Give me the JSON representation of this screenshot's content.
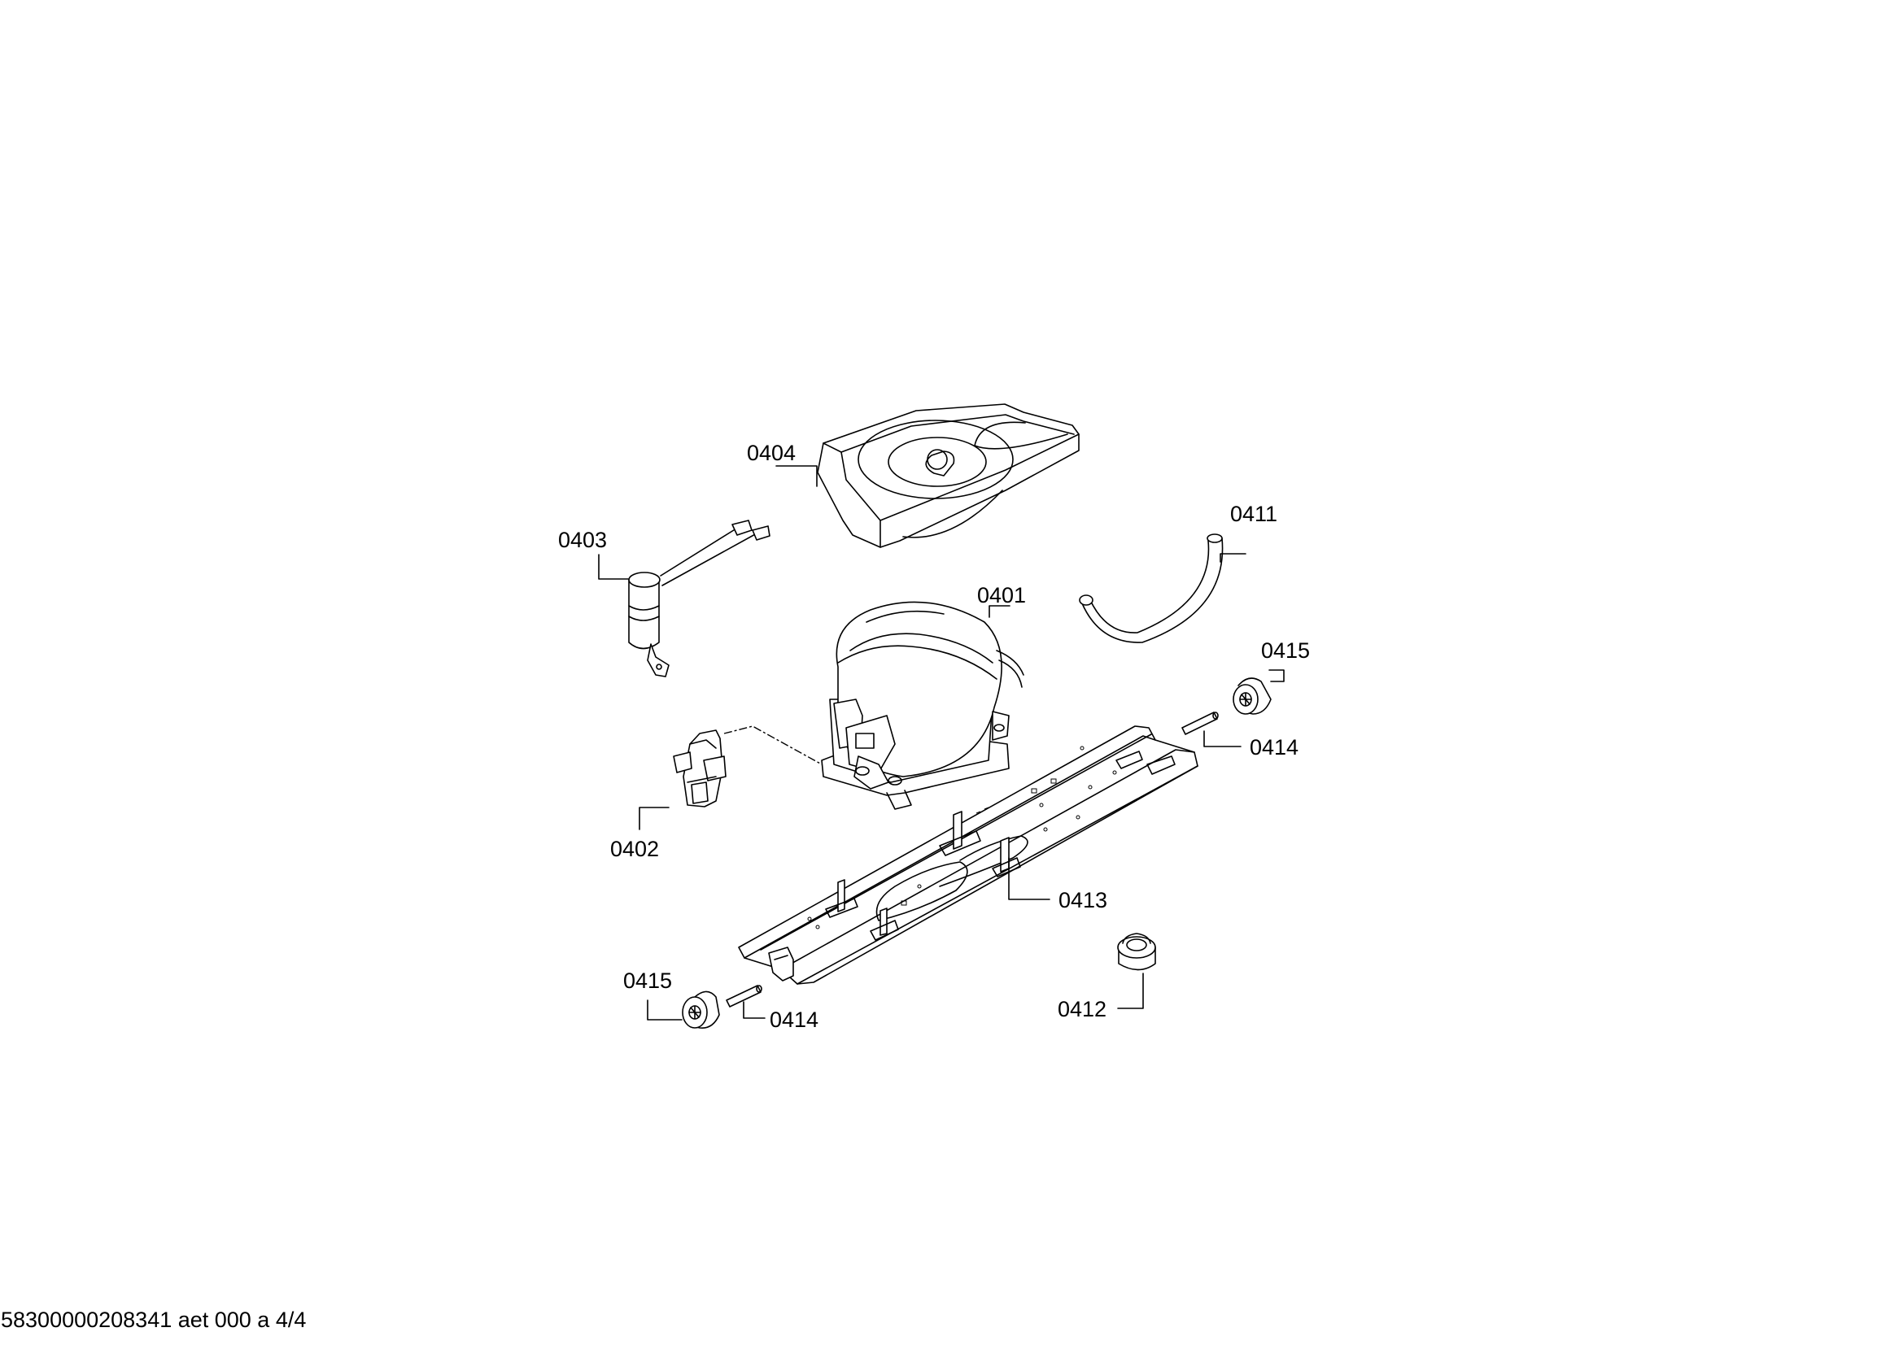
{
  "diagram": {
    "labels": [
      "0404",
      "0403",
      "0411",
      "0401",
      "0415",
      "0414",
      "0402",
      "0413",
      "0415",
      "0414",
      "0412"
    ]
  },
  "footer": {
    "text": "58300000208341 aet 000 a 4/4"
  }
}
